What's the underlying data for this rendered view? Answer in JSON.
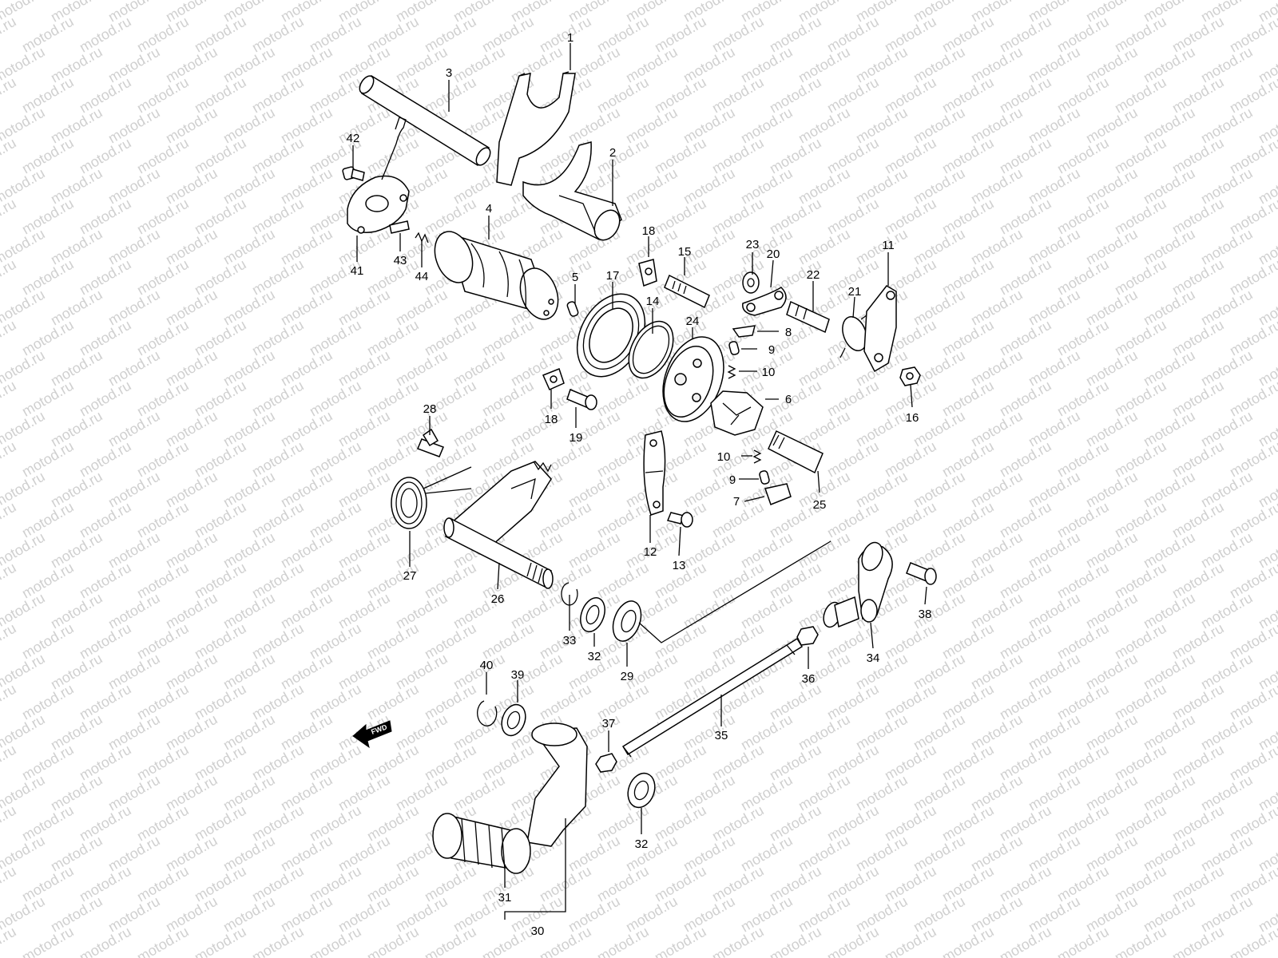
{
  "watermark": {
    "text": "motod.ru"
  },
  "forward_marker": {
    "text": "FWD"
  },
  "callouts": [
    {
      "id": "c1",
      "label": "1"
    },
    {
      "id": "c2",
      "label": "2"
    },
    {
      "id": "c3",
      "label": "3"
    },
    {
      "id": "c4",
      "label": "4"
    },
    {
      "id": "c5",
      "label": "5"
    },
    {
      "id": "c6",
      "label": "6"
    },
    {
      "id": "c7",
      "label": "7"
    },
    {
      "id": "c8",
      "label": "8"
    },
    {
      "id": "c9a",
      "label": "9"
    },
    {
      "id": "c9b",
      "label": "9"
    },
    {
      "id": "c10a",
      "label": "10"
    },
    {
      "id": "c10b",
      "label": "10"
    },
    {
      "id": "c11",
      "label": "11"
    },
    {
      "id": "c12",
      "label": "12"
    },
    {
      "id": "c13",
      "label": "13"
    },
    {
      "id": "c14",
      "label": "14"
    },
    {
      "id": "c15",
      "label": "15"
    },
    {
      "id": "c16",
      "label": "16"
    },
    {
      "id": "c17",
      "label": "17"
    },
    {
      "id": "c18a",
      "label": "18"
    },
    {
      "id": "c18b",
      "label": "18"
    },
    {
      "id": "c19",
      "label": "19"
    },
    {
      "id": "c20",
      "label": "20"
    },
    {
      "id": "c21",
      "label": "21"
    },
    {
      "id": "c22",
      "label": "22"
    },
    {
      "id": "c23",
      "label": "23"
    },
    {
      "id": "c24",
      "label": "24"
    },
    {
      "id": "c25",
      "label": "25"
    },
    {
      "id": "c26",
      "label": "26"
    },
    {
      "id": "c27",
      "label": "27"
    },
    {
      "id": "c28",
      "label": "28"
    },
    {
      "id": "c29",
      "label": "29"
    },
    {
      "id": "c30",
      "label": "30"
    },
    {
      "id": "c31",
      "label": "31"
    },
    {
      "id": "c32a",
      "label": "32"
    },
    {
      "id": "c32b",
      "label": "32"
    },
    {
      "id": "c33",
      "label": "33"
    },
    {
      "id": "c34",
      "label": "34"
    },
    {
      "id": "c35",
      "label": "35"
    },
    {
      "id": "c36",
      "label": "36"
    },
    {
      "id": "c37",
      "label": "37"
    },
    {
      "id": "c38",
      "label": "38"
    },
    {
      "id": "c39",
      "label": "39"
    },
    {
      "id": "c40",
      "label": "40"
    },
    {
      "id": "c41",
      "label": "41"
    },
    {
      "id": "c42",
      "label": "42"
    },
    {
      "id": "c43",
      "label": "43"
    },
    {
      "id": "c44",
      "label": "44"
    }
  ]
}
